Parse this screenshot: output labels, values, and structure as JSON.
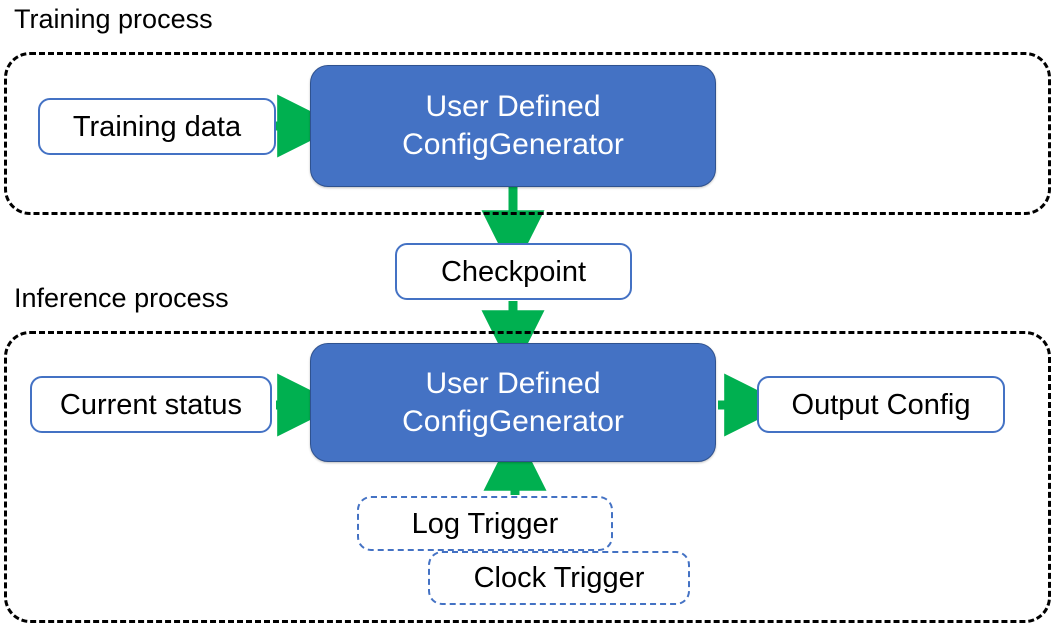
{
  "diagram": {
    "title_training": "Training process",
    "title_inference": "Inference process",
    "colors": {
      "primary_fill": "#4472C4",
      "primary_stroke": "#2F528F",
      "plain_stroke": "#4472C4",
      "arrow_green": "#00B050",
      "group_stroke": "#000000",
      "text_dark": "#000000",
      "text_light": "#FFFFFF"
    },
    "groups": [
      {
        "name": "training-process-group",
        "label": "Training process"
      },
      {
        "name": "inference-process-group",
        "label": "Inference process"
      }
    ],
    "nodes": {
      "training_data": "Training data",
      "training_generator_line1": "User Defined",
      "training_generator_line2": "ConfigGenerator",
      "checkpoint": "Checkpoint",
      "current_status": "Current status",
      "inference_generator_line1": "User Defined",
      "inference_generator_line2": "ConfigGenerator",
      "output_config": "Output Config",
      "log_trigger": "Log Trigger",
      "clock_trigger": "Clock Trigger"
    },
    "edges": [
      {
        "name": "edge-training-data-to-generator",
        "from": "Training data",
        "to": "User Defined ConfigGenerator",
        "direction": "right"
      },
      {
        "name": "edge-generator-to-checkpoint",
        "from": "User Defined ConfigGenerator",
        "to": "Checkpoint",
        "direction": "down"
      },
      {
        "name": "edge-checkpoint-to-inference-generator",
        "from": "Checkpoint",
        "to": "User Defined ConfigGenerator",
        "direction": "down"
      },
      {
        "name": "edge-current-status-to-generator",
        "from": "Current status",
        "to": "User Defined ConfigGenerator",
        "direction": "right"
      },
      {
        "name": "edge-generator-to-output-config",
        "from": "User Defined ConfigGenerator",
        "to": "Output Config",
        "direction": "right"
      },
      {
        "name": "edge-log-trigger-to-generator",
        "from": "Log Trigger",
        "to": "User Defined ConfigGenerator",
        "direction": "up"
      }
    ]
  }
}
